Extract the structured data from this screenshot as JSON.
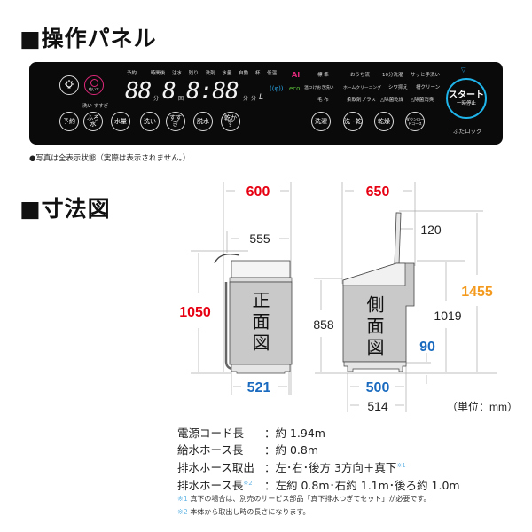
{
  "panel_section": {
    "title": "■操作パネル"
  },
  "panel": {
    "left_icons": [
      {
        "name": "light-icon"
      },
      {
        "name": "dry-icon",
        "label": "乾いて"
      }
    ],
    "display_labels_top": [
      "予約",
      "時間後",
      "注水",
      "残り",
      "洗剤",
      "水量",
      "自動",
      "杯",
      "低温"
    ],
    "display_segments": [
      "88",
      "8",
      "8:88"
    ],
    "display_units": [
      "分",
      "回",
      "分",
      "分",
      "L"
    ],
    "display_labels_bottom": "洗い すすぎ",
    "left_buttons": [
      "予約",
      "ふろ水",
      "水量",
      "洗い",
      "すすぎ",
      "脱水",
      "乾かす"
    ],
    "wifi_indicator": "((φ))",
    "ai_label": "AI",
    "eco_label": "eco",
    "courses": [
      [
        "標 準",
        "おうち流",
        "10分洗濯",
        "サッと手洗い"
      ],
      [
        "温つけおき洗い",
        "ホームクリーニング",
        "シワ抑え",
        "槽クリーン"
      ],
      [
        "毛 布",
        "柔軟剤プラス",
        "△除菌乾燥",
        "△除菌消臭"
      ]
    ],
    "mode_buttons": [
      "洗濯",
      "洗~乾",
      "乾燥",
      "ダウンロードコース"
    ],
    "start_button": {
      "label": "スタート",
      "sub": "一時停止"
    },
    "lid_lock": "ふたロック",
    "colors": {
      "ai": "#e0287a",
      "eco": "#5cc13a",
      "start_ring": "#1fb4ea",
      "wifi": "#28a8e8"
    }
  },
  "panel_note": "●写真は全表示状態（実際は表示されません。）",
  "dims_section": {
    "title": "■寸法図"
  },
  "front_view": {
    "label": "正面図",
    "width_total": "600",
    "width_body": "555",
    "height": "1050",
    "base_width": "521"
  },
  "side_view": {
    "label": "側面図",
    "depth_total": "650",
    "lid_offset": "120",
    "height_front": "858",
    "height_panel": "1019",
    "height_lid_open": "1455",
    "floor_clearance": "90",
    "base_depth": "500",
    "foot_depth": "514",
    "unit": "（単位：mm）"
  },
  "colors": {
    "primary_dim": "#e60012",
    "base_dim": "#1a6bbf",
    "open_dim": "#f39a1e"
  },
  "specs": [
    {
      "label": "電源コード長",
      "note": "",
      "value": "：約 1.94m",
      "value_note": ""
    },
    {
      "label": "給水ホース長",
      "note": "",
      "value": "：約 0.8m",
      "value_note": ""
    },
    {
      "label": "排水ホース取出",
      "note": "",
      "value": "：左･右･後方 3方向＋真下",
      "value_note": "※1"
    },
    {
      "label": "排水ホース長",
      "note": "※2",
      "value": "：左約 0.8m･右約 1.1m･後ろ約 1.0m",
      "value_note": ""
    }
  ],
  "footnotes": [
    {
      "mark": "※1",
      "text": "真下の場合は、別売のサービス部品「真下排水つぎてセット」が必要です。"
    },
    {
      "mark": "※2",
      "text": "本体から取出し時の長さになります。"
    }
  ]
}
